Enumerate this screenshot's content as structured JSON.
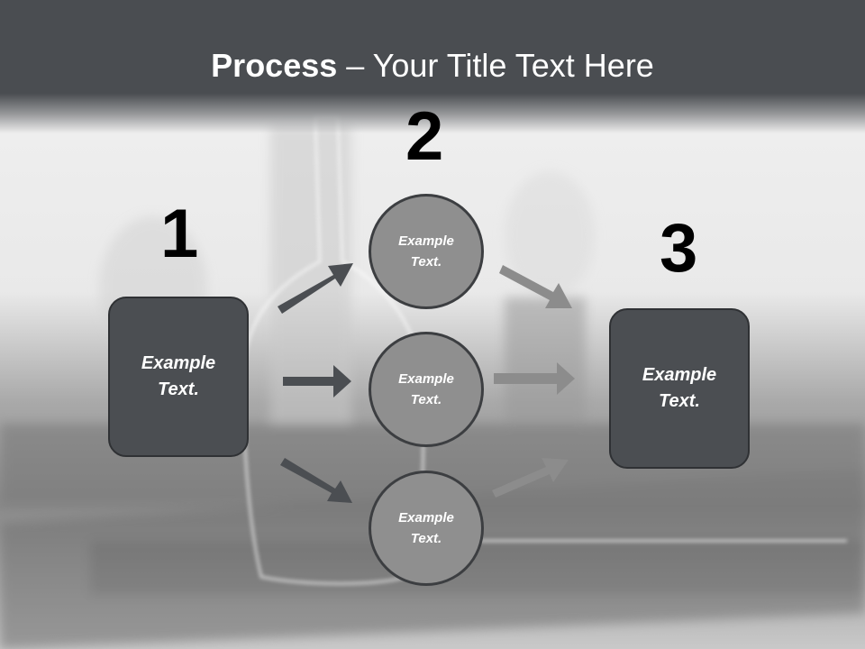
{
  "title": {
    "strong": "Process",
    "rest": " – Your Title Text Here"
  },
  "steps": [
    {
      "number": "1",
      "text_line1": "Example",
      "text_line2": "Text."
    },
    {
      "number": "2",
      "text_line1": "Example",
      "text_line2": "Text."
    },
    {
      "number": "3",
      "text_line1": "Example",
      "text_line2": "Text."
    }
  ],
  "circles": [
    {
      "line1": "Example",
      "line2": "Text."
    },
    {
      "line1": "Example",
      "line2": "Text."
    },
    {
      "line1": "Example",
      "line2": "Text."
    }
  ],
  "colors": {
    "header": "#4a4d51",
    "box": "#4b4e52",
    "circle": "#8f8f8f",
    "dark_arrow": "#4b4e52",
    "light_arrow": "#8c8c8c"
  }
}
